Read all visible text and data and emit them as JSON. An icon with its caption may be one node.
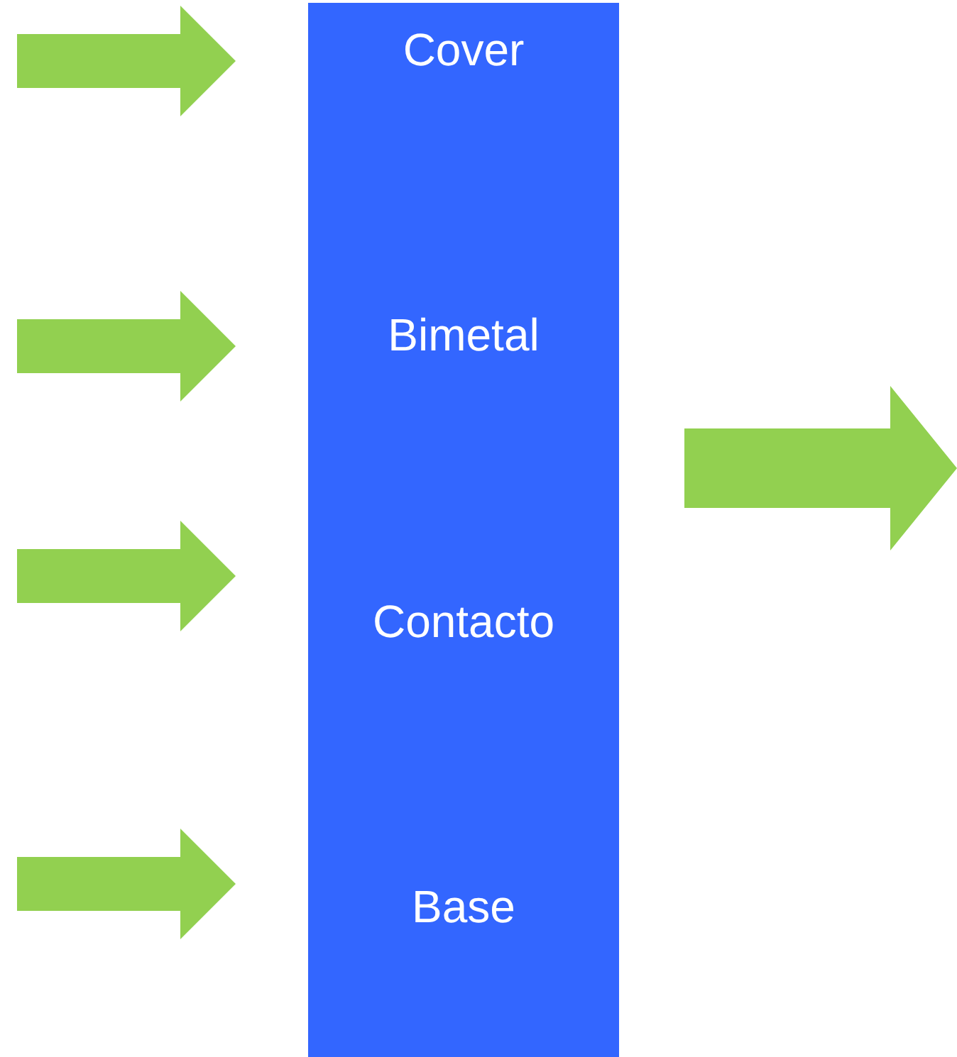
{
  "diagram": {
    "nodes": [
      {
        "text": [
          "Cover",
          "Bimetal",
          "Contacto",
          "Base"
        ]
      }
    ]
  }
}
